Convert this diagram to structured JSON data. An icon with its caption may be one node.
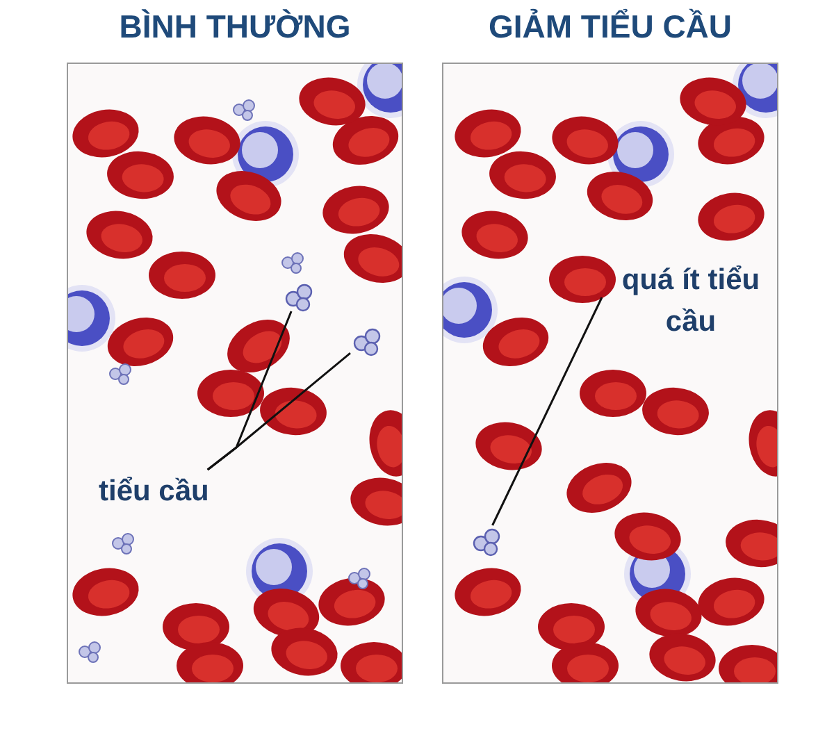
{
  "diagram": {
    "nodes": [
      {
        "text": [
          "BÌNH THƯỜNG"
        ]
      },
      {
        "text": [
          "GIẢM TIỂU CẦU"
        ]
      },
      {
        "text": [
          "tiểu cầu"
        ],
        "in": 0
      },
      {
        "text": [],
        "shape": "picture",
        "in": 0
      },
      {
        "text": [],
        "shape": "picture",
        "in": 0
      },
      {
        "text": [
          "quá ít tiểu cầu"
        ],
        "in": 1
      },
      {
        "text": [],
        "shape": "picture",
        "in": 1
      }
    ],
    "edges": [
      {
        "from": 2,
        "to": 3,
        "arrow": "none"
      },
      {
        "from": 2,
        "to": 4,
        "arrow": "none"
      },
      {
        "from": 5,
        "to": 6,
        "arrow": "none"
      }
    ]
  }
}
